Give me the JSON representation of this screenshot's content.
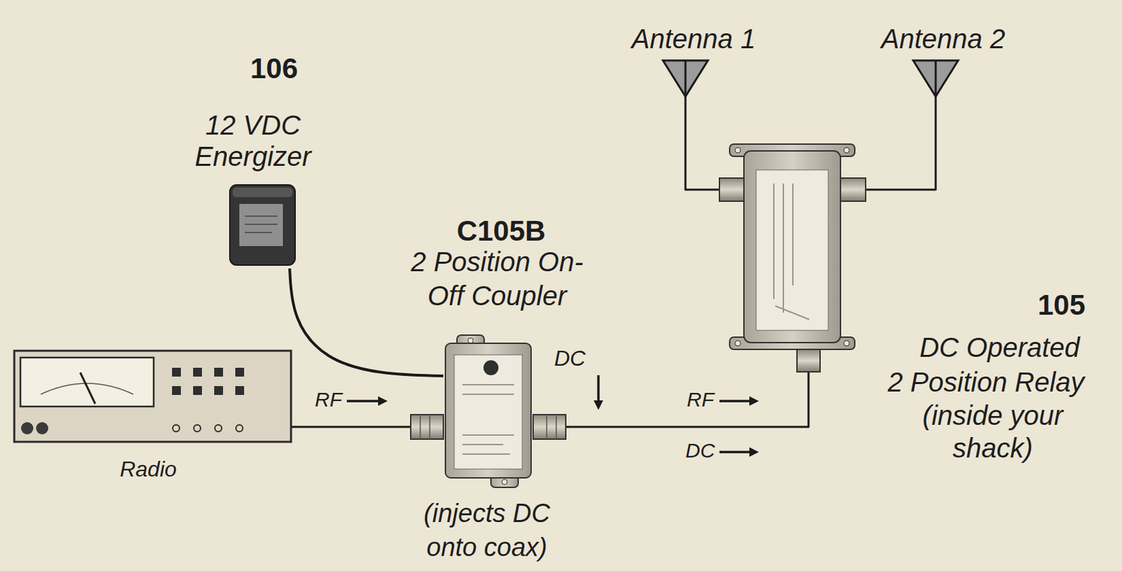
{
  "diagram": {
    "nodes": [
      {
        "text": [
          "Antenna 1"
        ]
      },
      {
        "text": [
          "Antenna 2"
        ]
      },
      {
        "text": [
          "106",
          "12 VDC Energizer"
        ]
      },
      {
        "text": [
          "C105B",
          "2 Position On-Off Coupler",
          "(injects DC onto coax)"
        ]
      },
      {
        "text": [
          "105",
          "DC Operated",
          "2 Position Relay",
          "(inside your shack)"
        ]
      },
      {
        "text": [
          "Radio"
        ]
      }
    ],
    "edges": [
      {
        "from": 5,
        "to": 3,
        "arrow": "none"
      },
      {
        "from": 2,
        "to": 3,
        "arrow": "none"
      },
      {
        "from": 3,
        "to": 4,
        "arrow": "none"
      },
      {
        "from": 4,
        "to": 0,
        "arrow": "none"
      },
      {
        "from": 4,
        "to": 1,
        "arrow": "none"
      }
    ],
    "labels": [
      "RF",
      "DC",
      "RF",
      "DC"
    ]
  }
}
